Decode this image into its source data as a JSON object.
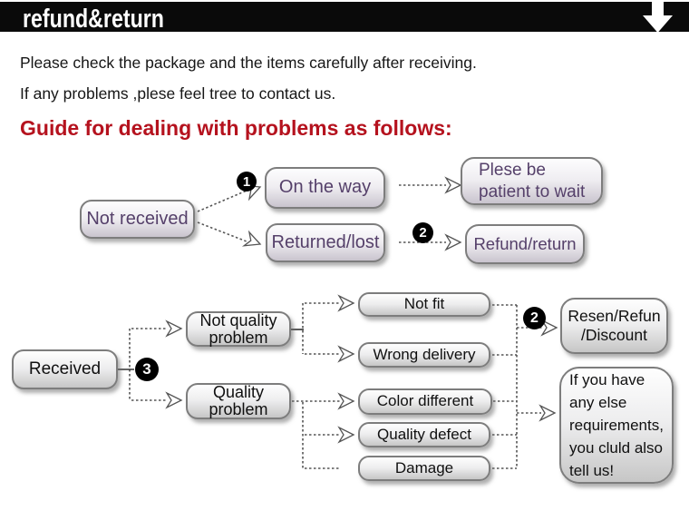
{
  "header": {
    "title": "refund&return"
  },
  "intro": {
    "line1": "Please check the package and the items carefully after receiving.",
    "line2": "If any problems ,plese feel tree to contact us."
  },
  "guide_heading": "Guide for dealing with problems as follows:",
  "colors": {
    "bar_black": "#0a0a0a",
    "heading_red": "#b5121e",
    "purple_text": "#55406a",
    "black_text": "#101010",
    "box_border": "#7d7d7d"
  },
  "icons": {
    "down_arrow": "down-arrow"
  },
  "flow1": {
    "not_received": "Not received",
    "badge1": "1",
    "on_the_way": "On the way",
    "returned_lost": "Returned/lost",
    "badge2": "2",
    "patient_line1": "Plese be",
    "patient_line2": "patient to wait",
    "refund_return": "Refund/return"
  },
  "flow2": {
    "received": "Received",
    "badge3": "3",
    "not_quality_line1": "Not quality",
    "not_quality_line2": "problem",
    "quality_line1": "Quality",
    "quality_line2": "problem",
    "not_fit": "Not fit",
    "wrong_delivery": "Wrong delivery",
    "color_different": "Color different",
    "quality_defect": "Quality defect",
    "damage": "Damage",
    "badge2": "2",
    "resen_line1": "Resen/Refun",
    "resen_line2": "/Discount",
    "requirements_lines": [
      "If you have",
      "any else",
      "requirements,",
      "you cluld also",
      "tell us!"
    ]
  }
}
